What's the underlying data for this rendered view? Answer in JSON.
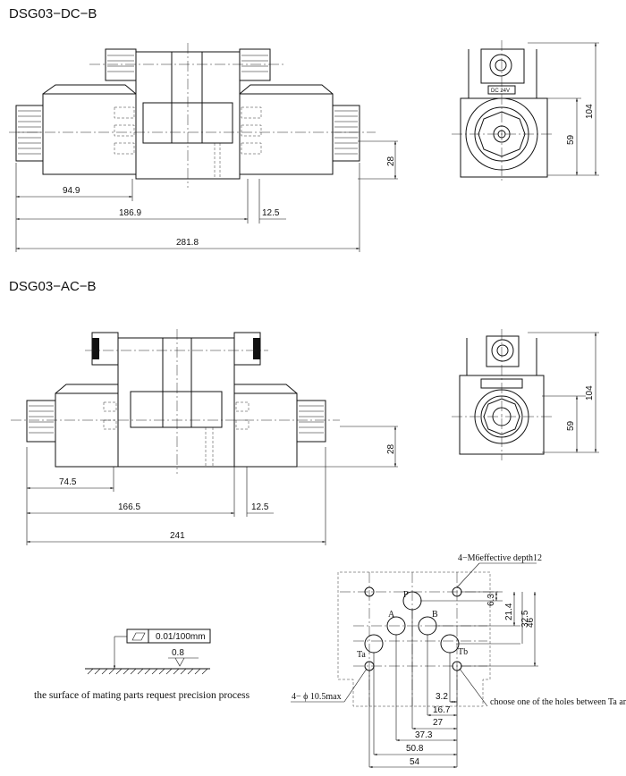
{
  "titles": {
    "dc": "DSG03−DC−B",
    "ac": "DSG03−AC−B"
  },
  "dc_dims": {
    "d1": "94.9",
    "d2": "186.9",
    "d3": "12.5",
    "d4": "281.8",
    "height": "28",
    "side_h1": "59",
    "side_h2": "104",
    "badge": "DC 24V"
  },
  "ac_dims": {
    "d1": "74.5",
    "d2": "166.5",
    "d3": "12.5",
    "d4": "241",
    "height": "28",
    "side_h1": "59",
    "side_h2": "104"
  },
  "flatness": {
    "tolerance": "0.01/100mm",
    "roughness": "0.8",
    "caption": "the surface of mating parts request precision process"
  },
  "mounting": {
    "thread_note": "4−M6effective depth12",
    "hole_note": "4− ϕ 10.5max",
    "choose_note": "choose one of the holes between Ta and Tb",
    "port_labels": [
      "P",
      "A",
      "B",
      "Ta",
      "Tb"
    ],
    "vertical_dims": [
      "6.3",
      "21.4",
      "32.5",
      "46"
    ],
    "horizontal_dims": [
      "3.2",
      "16.7",
      "27",
      "37.3",
      "50.8",
      "54"
    ]
  }
}
